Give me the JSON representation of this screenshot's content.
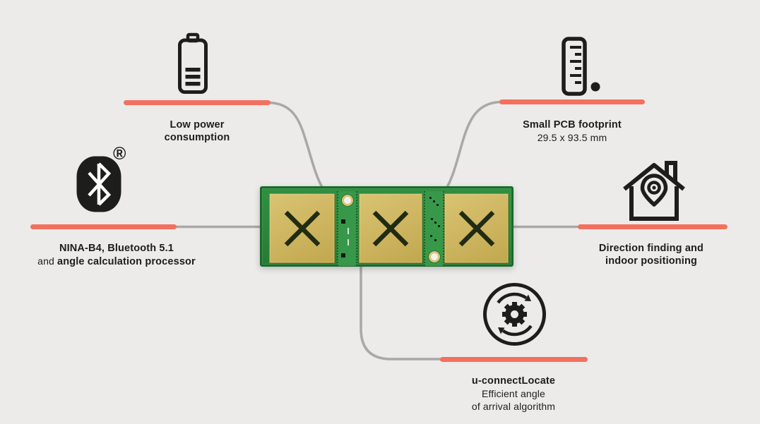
{
  "theme": {
    "background": "#ecebe9",
    "accent": "#f3705e",
    "connector_gray": "#a8a8a8",
    "ink": "#1d1d1b",
    "pcb_green": "#2e8b3c",
    "pcb_green_dark": "#1a6b2b",
    "patch_gold": "#ccb463"
  },
  "board": {
    "patch_count": 3,
    "description_icon": "pcb-antenna-board"
  },
  "callouts": {
    "low_power": {
      "icon": "battery-icon",
      "line1": "Low power",
      "line2": "consumption"
    },
    "footprint": {
      "icon": "ruler-icon",
      "line1": "Small PCB footprint",
      "line2": "29.5 x 93.5 mm"
    },
    "bluetooth": {
      "icon": "bluetooth-icon",
      "registered": "®",
      "line1": "NINA-B4, Bluetooth 5.1",
      "line2_regular": "and ",
      "line2_bold": "angle calculation processor"
    },
    "direction": {
      "icon": "house-location-icon",
      "line1": "Direction finding and",
      "line2": "indoor positioning"
    },
    "uconnect": {
      "icon": "sync-gear-icon",
      "line1": "u-connectLocate",
      "line2": "Efficient angle",
      "line3": "of arrival algorithm"
    }
  }
}
